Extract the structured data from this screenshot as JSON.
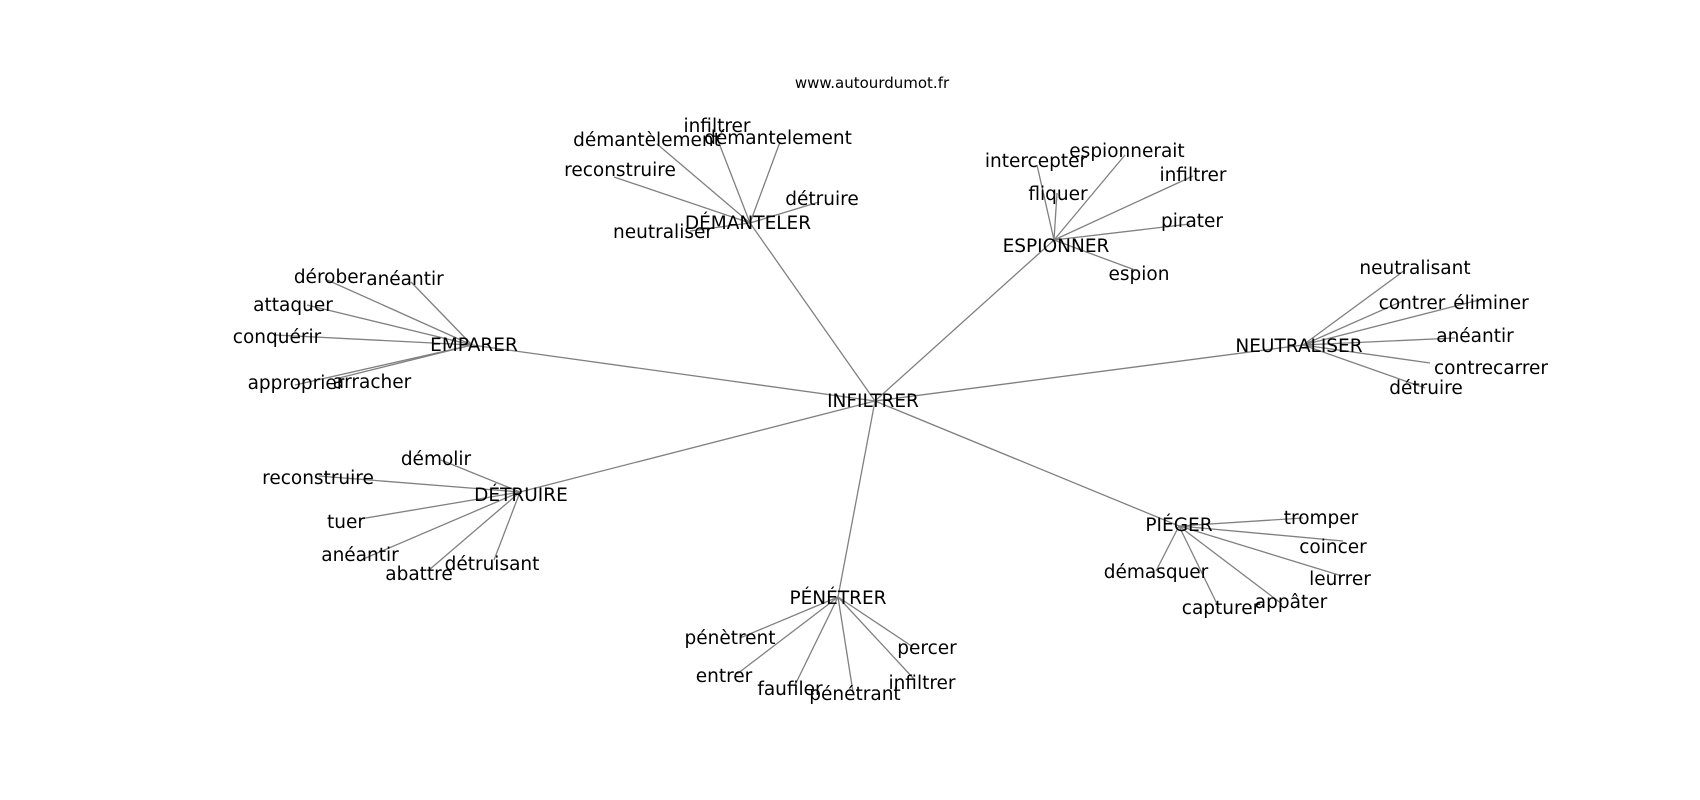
{
  "site": "www.autourdumot.fr",
  "graph": {
    "center": "INFILTRER",
    "clusters": [
      {
        "hub": "DÉMANTELER",
        "words": [
          "infiltrer",
          "démantèlement",
          "démantelement",
          "reconstruire",
          "détruire",
          "neutraliser"
        ]
      },
      {
        "hub": "ESPIONNER",
        "words": [
          "intercepter",
          "espionnerait",
          "infiltrer",
          "fliquer",
          "pirater",
          "espion"
        ]
      },
      {
        "hub": "EMPARER",
        "words": [
          "dérober",
          "anéantir",
          "attaquer",
          "conquérir",
          "approprier",
          "arracher"
        ]
      },
      {
        "hub": "NEUTRALISER",
        "words": [
          "neutralisant",
          "contrer",
          "éliminer",
          "anéantir",
          "contrecarrer",
          "détruire"
        ]
      },
      {
        "hub": "DÉTRUIRE",
        "words": [
          "démolir",
          "reconstruire",
          "tuer",
          "anéantir",
          "abattre",
          "détruisant"
        ]
      },
      {
        "hub": "PIÉGER",
        "words": [
          "tromper",
          "coincer",
          "démasquer",
          "leurrer",
          "appâter",
          "capturer"
        ]
      },
      {
        "hub": "PÉNÉTRER",
        "words": [
          "pénètrent",
          "percer",
          "entrer",
          "infiltrer",
          "faufiler",
          "pénétrant"
        ]
      }
    ]
  }
}
